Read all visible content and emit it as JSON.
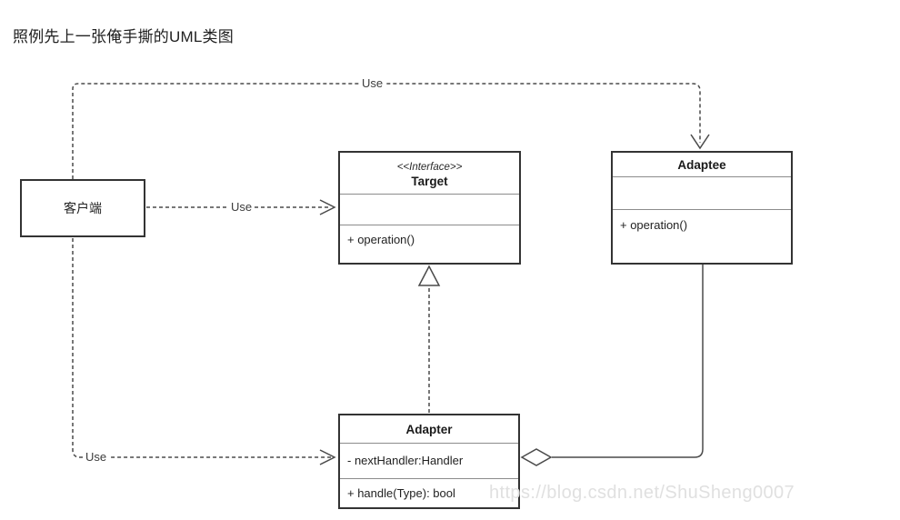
{
  "page": {
    "title": "照例先上一张俺手撕的UML类图"
  },
  "diagram": {
    "type": "uml-class-diagram",
    "classes": {
      "client": {
        "name": "客户端"
      },
      "target": {
        "stereotype": "<<Interface>>",
        "name": "Target",
        "attributes": [],
        "methods": [
          "+ operation()"
        ]
      },
      "adaptee": {
        "name": "Adaptee",
        "attributes": [],
        "methods": [
          "+ operation()"
        ]
      },
      "adapter": {
        "name": "Adapter",
        "attributes": [
          "- nextHandler:Handler"
        ],
        "methods": [
          "+ handle(Type): bool"
        ]
      }
    },
    "edges": {
      "client_to_adaptee": {
        "type": "dependency-dashed",
        "label": "Use",
        "from": "client",
        "to": "adaptee"
      },
      "client_to_target": {
        "type": "dependency-dashed",
        "label": "Use",
        "from": "client",
        "to": "target"
      },
      "client_to_adapter": {
        "type": "dependency-dashed",
        "label": "Use",
        "from": "client",
        "to": "adapter"
      },
      "adapter_to_target": {
        "type": "realization-dashed-hollow-triangle",
        "label": "",
        "from": "adapter",
        "to": "target"
      },
      "adapter_to_adaptee": {
        "type": "aggregation-solid-hollow-diamond",
        "label": "",
        "from": "adaptee",
        "to": "adapter"
      }
    }
  },
  "watermark": {
    "text": "https://blog.csdn.net/ShuSheng0007"
  },
  "colors": {
    "background": "#ffffff",
    "line": "#4a4a4a",
    "box_border": "#333333",
    "divider": "#8c8c8c",
    "text": "#1f1f1f",
    "watermark": "#e0e0e0"
  }
}
